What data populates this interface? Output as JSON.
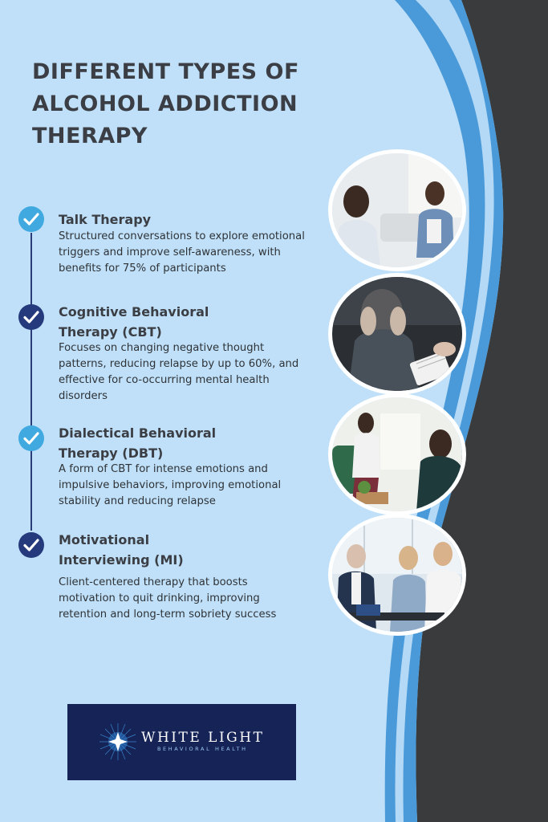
{
  "title": "DIFFERENT TYPES OF ALCOHOL ADDICTION THERAPY",
  "colors": {
    "background": "#bfe0f8",
    "dark_wave": "#3a3b3d",
    "blue_wave": "#4a9ad9",
    "title": "#3b3e44",
    "check_light": "#3fa9e0",
    "check_dark": "#243a7c",
    "logo_background": "#152357"
  },
  "therapies": [
    {
      "name": "Talk Therapy",
      "description": "Structured conversations to explore emotional triggers and improve self-awareness, with benefits for 75% of participants",
      "check_icon": "check-circle-light-icon"
    },
    {
      "name": "Cognitive Behavioral Therapy (CBT)",
      "description": "Focuses on changing negative thought patterns, reducing relapse by up to 60%, and effective for co-occurring mental health disorders",
      "check_icon": "check-circle-dark-icon"
    },
    {
      "name": "Dialectical Behavioral Therapy (DBT)",
      "description": "A form of CBT for intense emotions and impulsive behaviors, improving emotional stability and reducing relapse",
      "check_icon": "check-circle-light-icon"
    },
    {
      "name": "Motivational Interviewing (MI)",
      "description": "Client-centered therapy that boosts motivation to quit drinking, improving retention and long-term sobriety success",
      "check_icon": "check-circle-dark-icon"
    }
  ],
  "photos": [
    "talk-therapy-photo",
    "cbt-session-photo",
    "dbt-session-photo",
    "motivational-interviewing-photo"
  ],
  "logo": {
    "name": "WHITE LIGHT",
    "subtitle": "BEHAVIORAL HEALTH",
    "icon": "star-burst-icon"
  }
}
